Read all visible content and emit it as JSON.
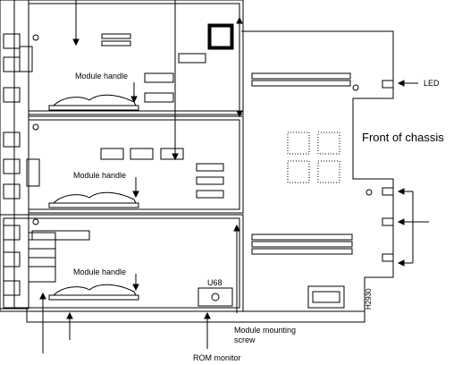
{
  "labels": {
    "module_handle_1": "Module handle",
    "module_handle_2": "Module handle",
    "module_handle_3": "Module handle",
    "led": "LED",
    "front_of_chassis": "Front of chassis",
    "module_mounting_screw_line1": "Module mounting",
    "module_mounting_screw_line2": "screw",
    "rom_monitor": "ROM monitor",
    "chip_u68": "U68",
    "figure_id": "H2930"
  }
}
